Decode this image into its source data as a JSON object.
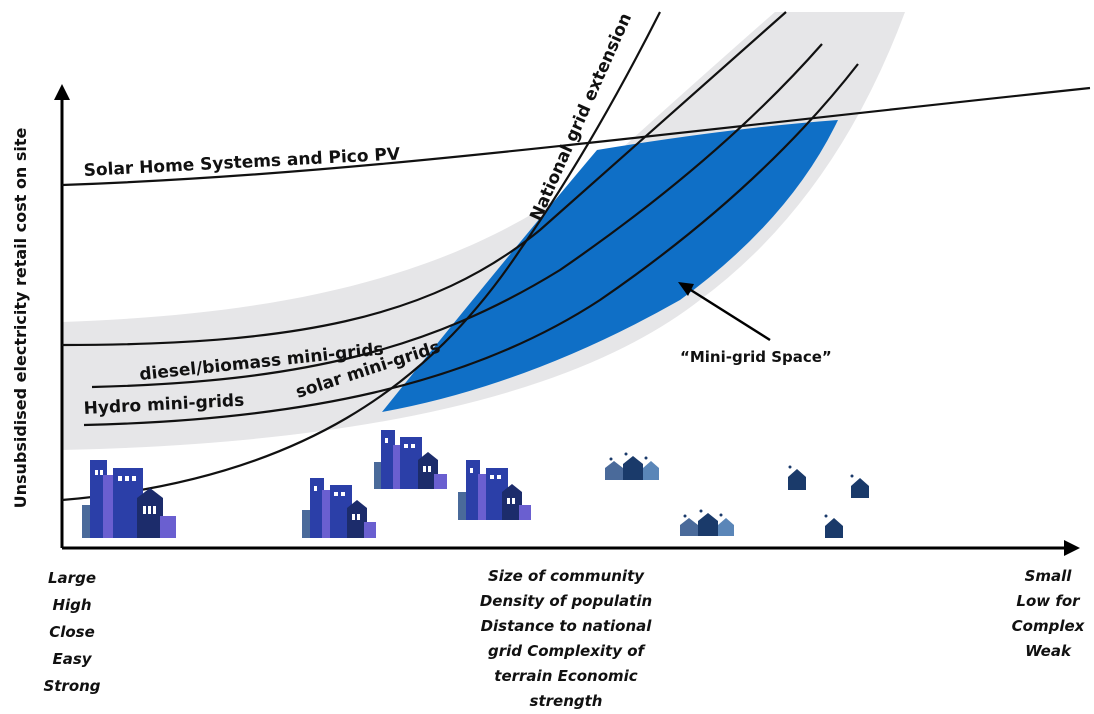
{
  "y_axis_label": "Unsubsidised electricity retail cost on site",
  "curves": {
    "shs": "Solar Home Systems and Pico PV",
    "national": "National grid extension",
    "diesel": "diesel/biomass mini-grids",
    "solar": "solar mini-grids",
    "hydro": "Hydro mini-grids"
  },
  "annotation": "“Mini-grid Space”",
  "x_left": [
    "Large",
    "High",
    "Close",
    "Easy",
    "Strong"
  ],
  "x_middle": [
    "Size of community",
    "Density of populatin",
    "Distance to national",
    "grid Complexity of",
    "terrain Economic",
    "strength"
  ],
  "x_right": [
    "Small",
    "Low for",
    "Complex",
    "Weak"
  ],
  "colors": {
    "band": "#e6e6e8",
    "mini_grid_space": "#0f6fc6",
    "curve": "#111111",
    "building_navy": "#1c2c6b",
    "building_blue": "#2b3fa8",
    "building_slate": "#4a6a9a",
    "building_purple": "#6a5fd0",
    "house_dark": "#1a3a6a",
    "house_light": "#5a86b8"
  }
}
